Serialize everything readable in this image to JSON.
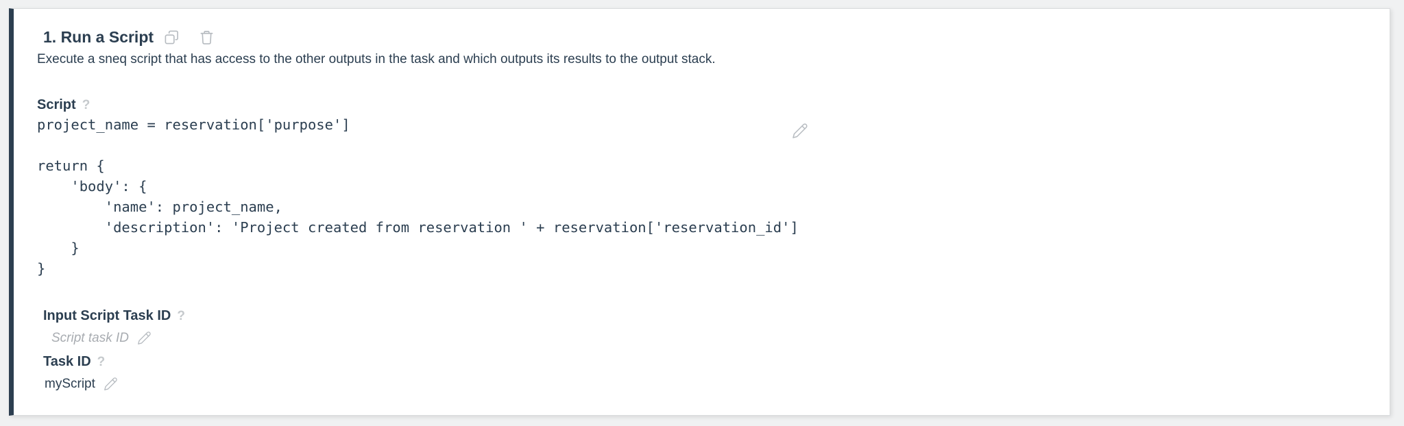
{
  "ui": {
    "help_glyph": "?",
    "accent_color": "#2c3e50",
    "text_color": "#2b3e50",
    "icon_color": "#b6bbc0",
    "placeholder_color": "#a8acb1",
    "page_background": "#f0f1f2"
  },
  "card": {
    "title": "1. Run a Script",
    "description": "Execute a sneq script that has access to the other outputs in the task and which outputs its results to the output stack.",
    "actions": [
      {
        "icon": "copy-icon"
      },
      {
        "icon": "trash-icon"
      }
    ]
  },
  "fields": {
    "script": {
      "label": "Script",
      "value": "project_name = reservation['purpose']\n\nreturn {\n    'body': {\n        'name': project_name,\n        'description': 'Project created from reservation ' + reservation['reservation_id']\n    }\n}"
    },
    "input_script_task_id": {
      "label": "Input Script Task ID",
      "placeholder": "Script task ID",
      "value": ""
    },
    "task_id": {
      "label": "Task ID",
      "value": "myScript"
    }
  }
}
